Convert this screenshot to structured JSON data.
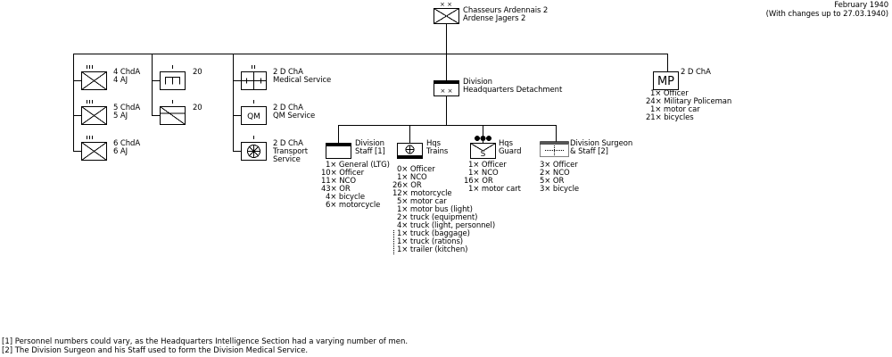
{
  "header": {
    "date": "February 1940",
    "changes": "(With changes up to 27.03.1940)"
  },
  "root": {
    "size_marks": "XX",
    "line1": "Chasseurs Ardennais 2",
    "line2": "Ardense Jagers 2"
  },
  "regiments": [
    {
      "size_marks": "III",
      "label_a": "4 ChdA",
      "label_b": "4 AJ"
    },
    {
      "size_marks": "III",
      "label_a": "5 ChdA",
      "label_b": "5 AJ"
    },
    {
      "size_marks": "III",
      "label_a": "6 ChdA",
      "label_b": "6 AJ"
    }
  ],
  "units_20": [
    {
      "label": "20"
    },
    {
      "label": "20"
    }
  ],
  "services": [
    {
      "size_marks": "II",
      "label_a": "2 D ChA",
      "label_b": "Medical Service",
      "label_c": ""
    },
    {
      "size_marks": "I",
      "symbol": "QM",
      "label_a": "2 D ChA",
      "label_b": "QM Service",
      "label_c": ""
    },
    {
      "size_marks": "I",
      "label_a": "2 D ChA",
      "label_b": "Transport",
      "label_c": "Service"
    }
  ],
  "hq_detachment": {
    "size_marks": "XX",
    "line1": "Division",
    "line2": "Headquarters Detachment"
  },
  "mp": {
    "symbol": "MP",
    "label": "2 D ChA",
    "items": [
      "1× Officer",
      "24× Military Policeman",
      "1× motor car",
      "21× bicycles"
    ]
  },
  "hq_subunits": [
    {
      "label_a": "Division",
      "label_b": "Staff [1]",
      "items": [
        "1× General (LTG)",
        "10× Officer",
        "11× NCO",
        "43× OR",
        "4× bicycle",
        "6× motorcycle"
      ]
    },
    {
      "label_a": "Hqs",
      "label_b": "Trains",
      "items": [
        "0× Officer",
        "1× NCO",
        "26× OR",
        "12× motorcycle",
        "5× motor car",
        "1× motor bus (light)",
        "2× truck (equipment)",
        "4× truck (light, personnel)",
        "1× truck (baggage)",
        "1× truck (rations)",
        "1× trailer (kitchen)"
      ]
    },
    {
      "symbol": "S",
      "label_a": "Hqs",
      "label_b": "Guard",
      "items": [
        "1× Officer",
        "1× NCO",
        "16× OR",
        "1× motor cart"
      ]
    },
    {
      "label_a": "Division Surgeon",
      "label_b": "& Staff [2]",
      "items": [
        "3× Officer",
        "2× NCO",
        "5× OR",
        "3× bicycle"
      ]
    }
  ],
  "footnotes": [
    "[1] Personnel numbers could vary, as the Headquarters Intelligence Section had a varying number of men.",
    "[2] The Division Surgeon and his Staff used to form the Division Medical Service."
  ]
}
